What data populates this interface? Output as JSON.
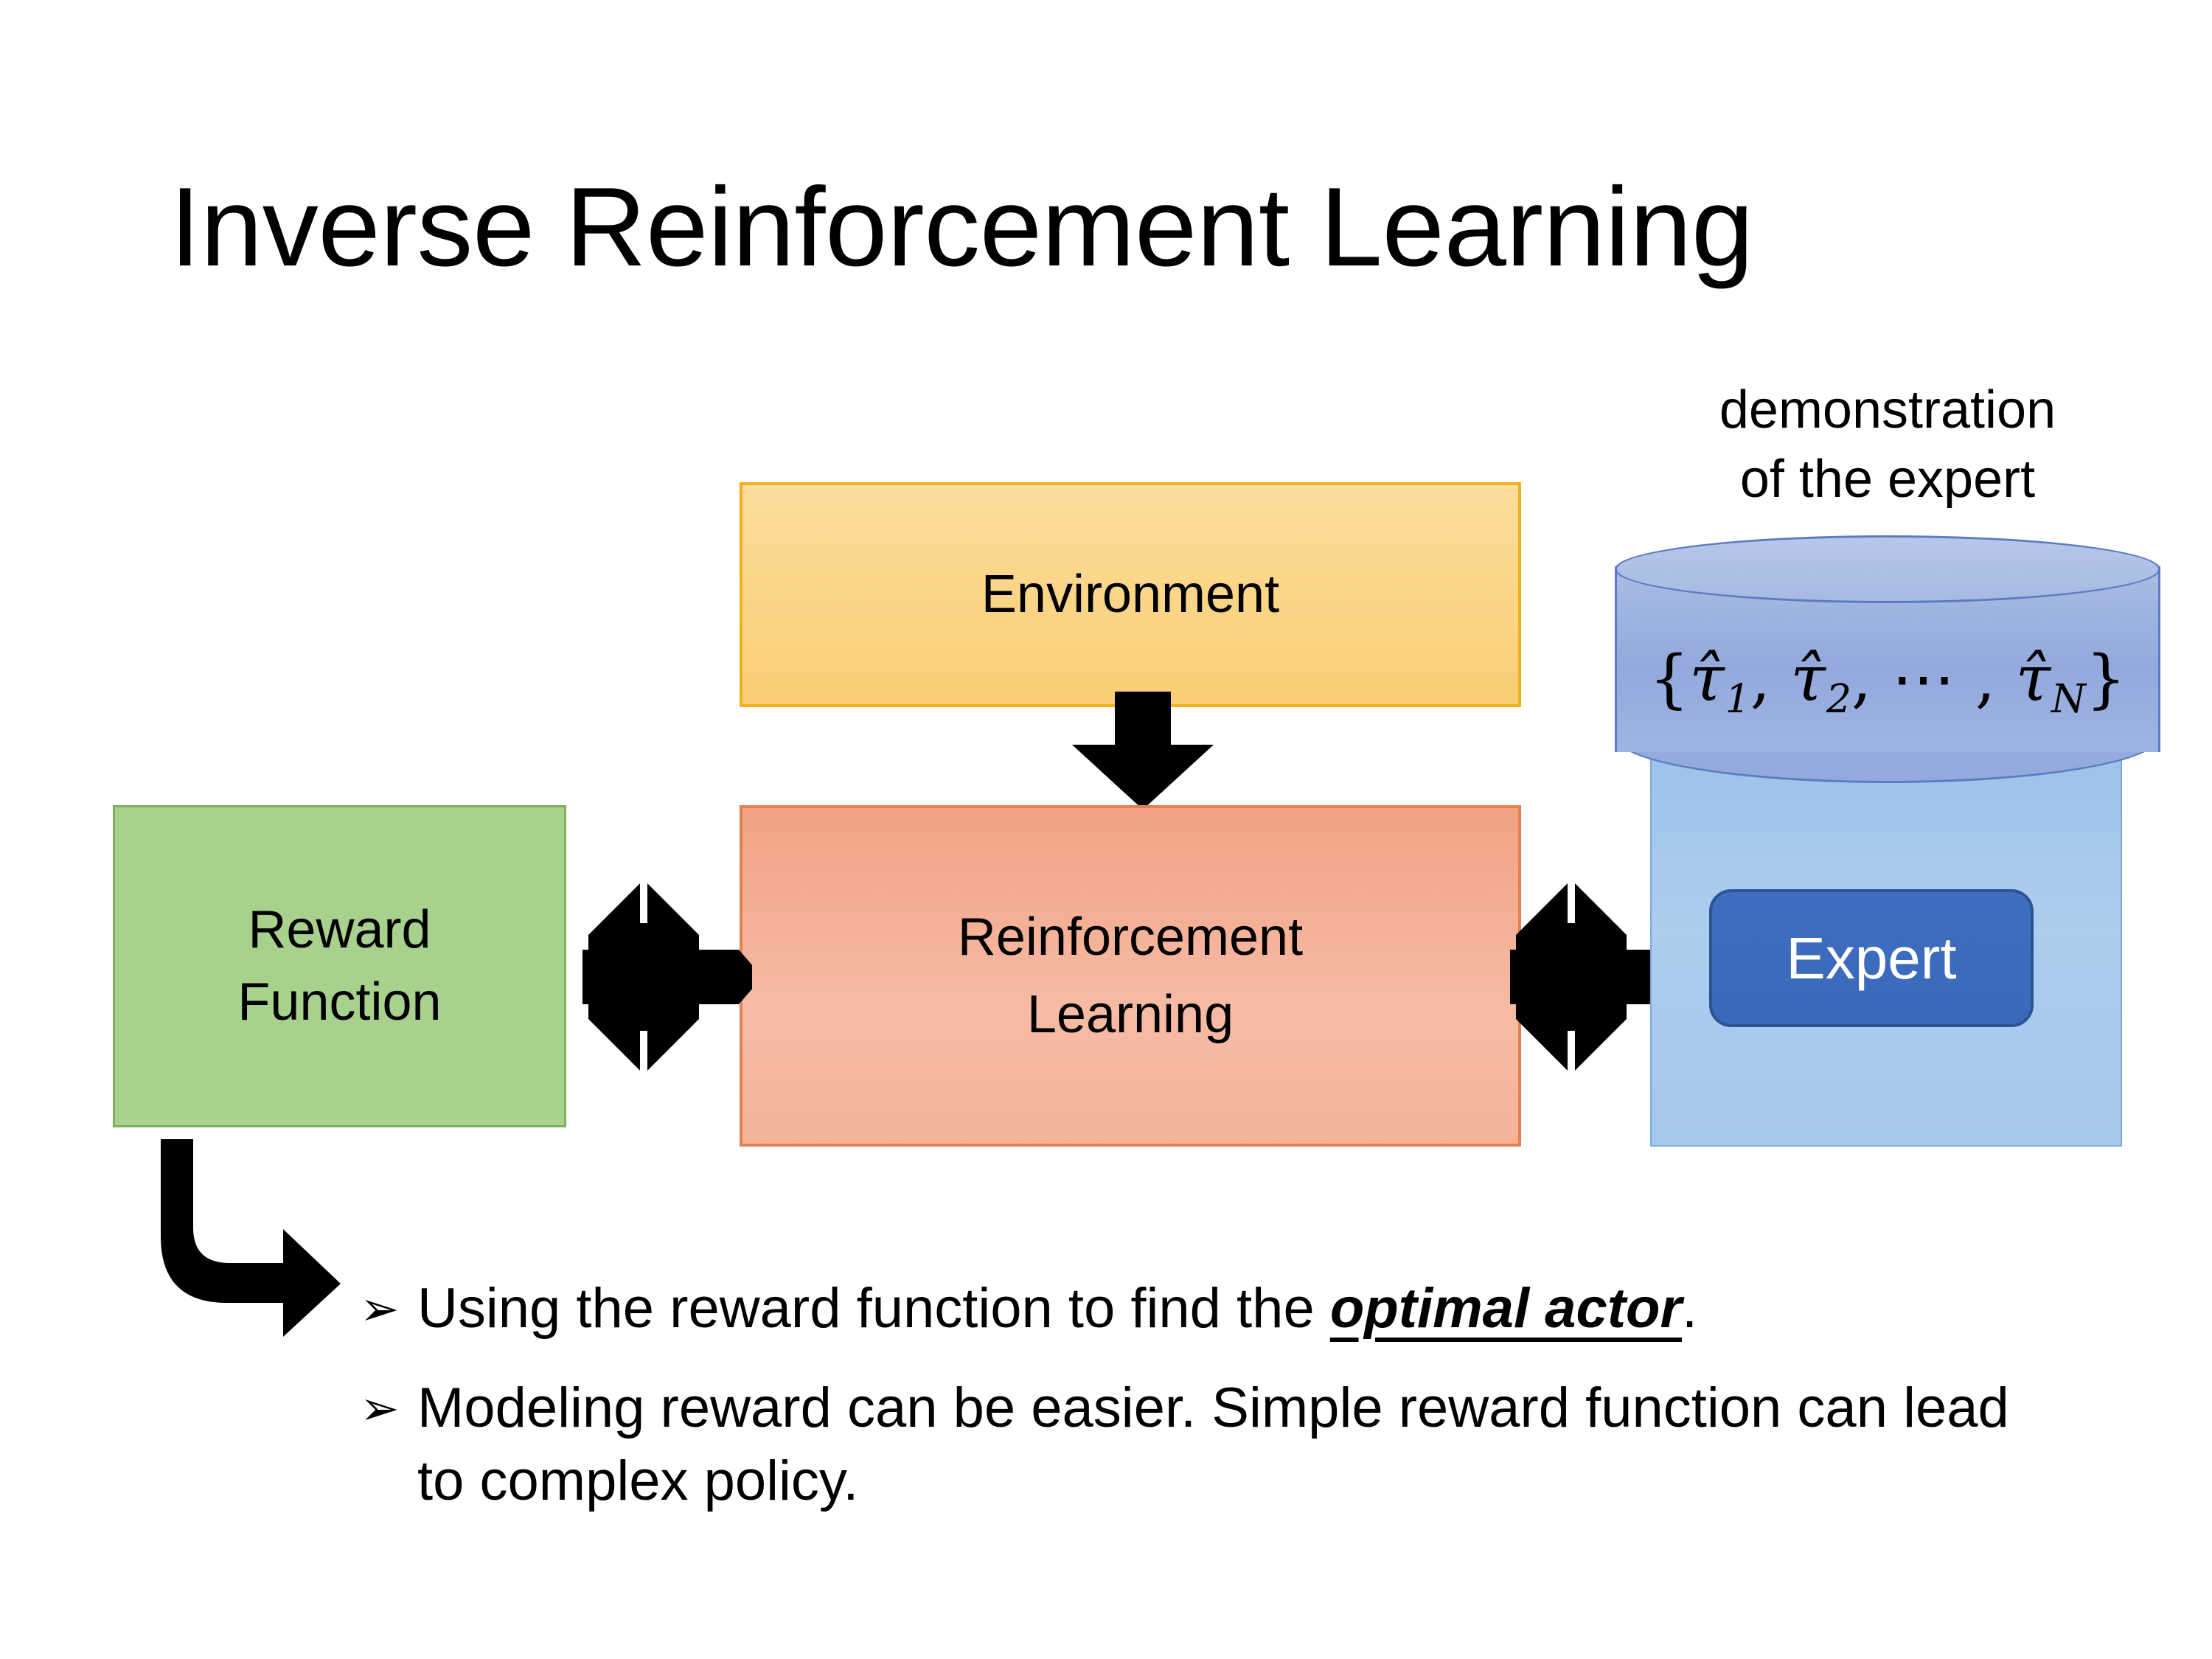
{
  "slide": {
    "title": "Inverse Reinforcement Learning",
    "background_color": "#FFFFFF"
  },
  "diagram": {
    "environment": {
      "label": "Environment",
      "fill_color": "#FBD98A",
      "border_color": "#F2AF1C"
    },
    "reinforcement_learning": {
      "label": "Reinforcement\nLearning",
      "fill_color": "#F4B398",
      "border_color": "#E2814F"
    },
    "reward_function": {
      "label": "Reward\nFunction",
      "fill_color": "#A9D18E",
      "border_color": "#7FAE5C"
    },
    "demonstration_caption": "demonstration\nof the expert",
    "trajectory_cylinder": {
      "open_brace": "{",
      "tau1": "τ̂",
      "sub1": "1",
      "sep1": ", ",
      "tau2": "τ̂",
      "sub2": "2",
      "sep2": ", ⋯ , ",
      "tauN": "τ̂",
      "subN": "N",
      "close_brace": "}",
      "fill_color": "#9FB4E2",
      "border_color": "#5B7CC4"
    },
    "expert": {
      "label": "Expert",
      "fill_color": "#3D6FC4",
      "border_color": "#2B5494",
      "text_color": "#FFFFFF",
      "backing_fill_color": "#A8C8EC"
    },
    "arrows": {
      "environment_to_rl": "down-arrow",
      "reward_to_rl": "bidirectional-four-way-arrow",
      "rl_to_expert": "bidirectional-four-way-arrow",
      "reward_to_bullets": "elbow-arrow",
      "color": "#000000"
    }
  },
  "bullets": {
    "marker": "➢",
    "items": [
      {
        "prefix": "Using the reward function to find the ",
        "emphasis": "optimal actor",
        "suffix": "."
      },
      {
        "prefix": "Modeling reward can be easier. Simple reward function can lead to complex policy.",
        "emphasis": "",
        "suffix": ""
      }
    ]
  }
}
